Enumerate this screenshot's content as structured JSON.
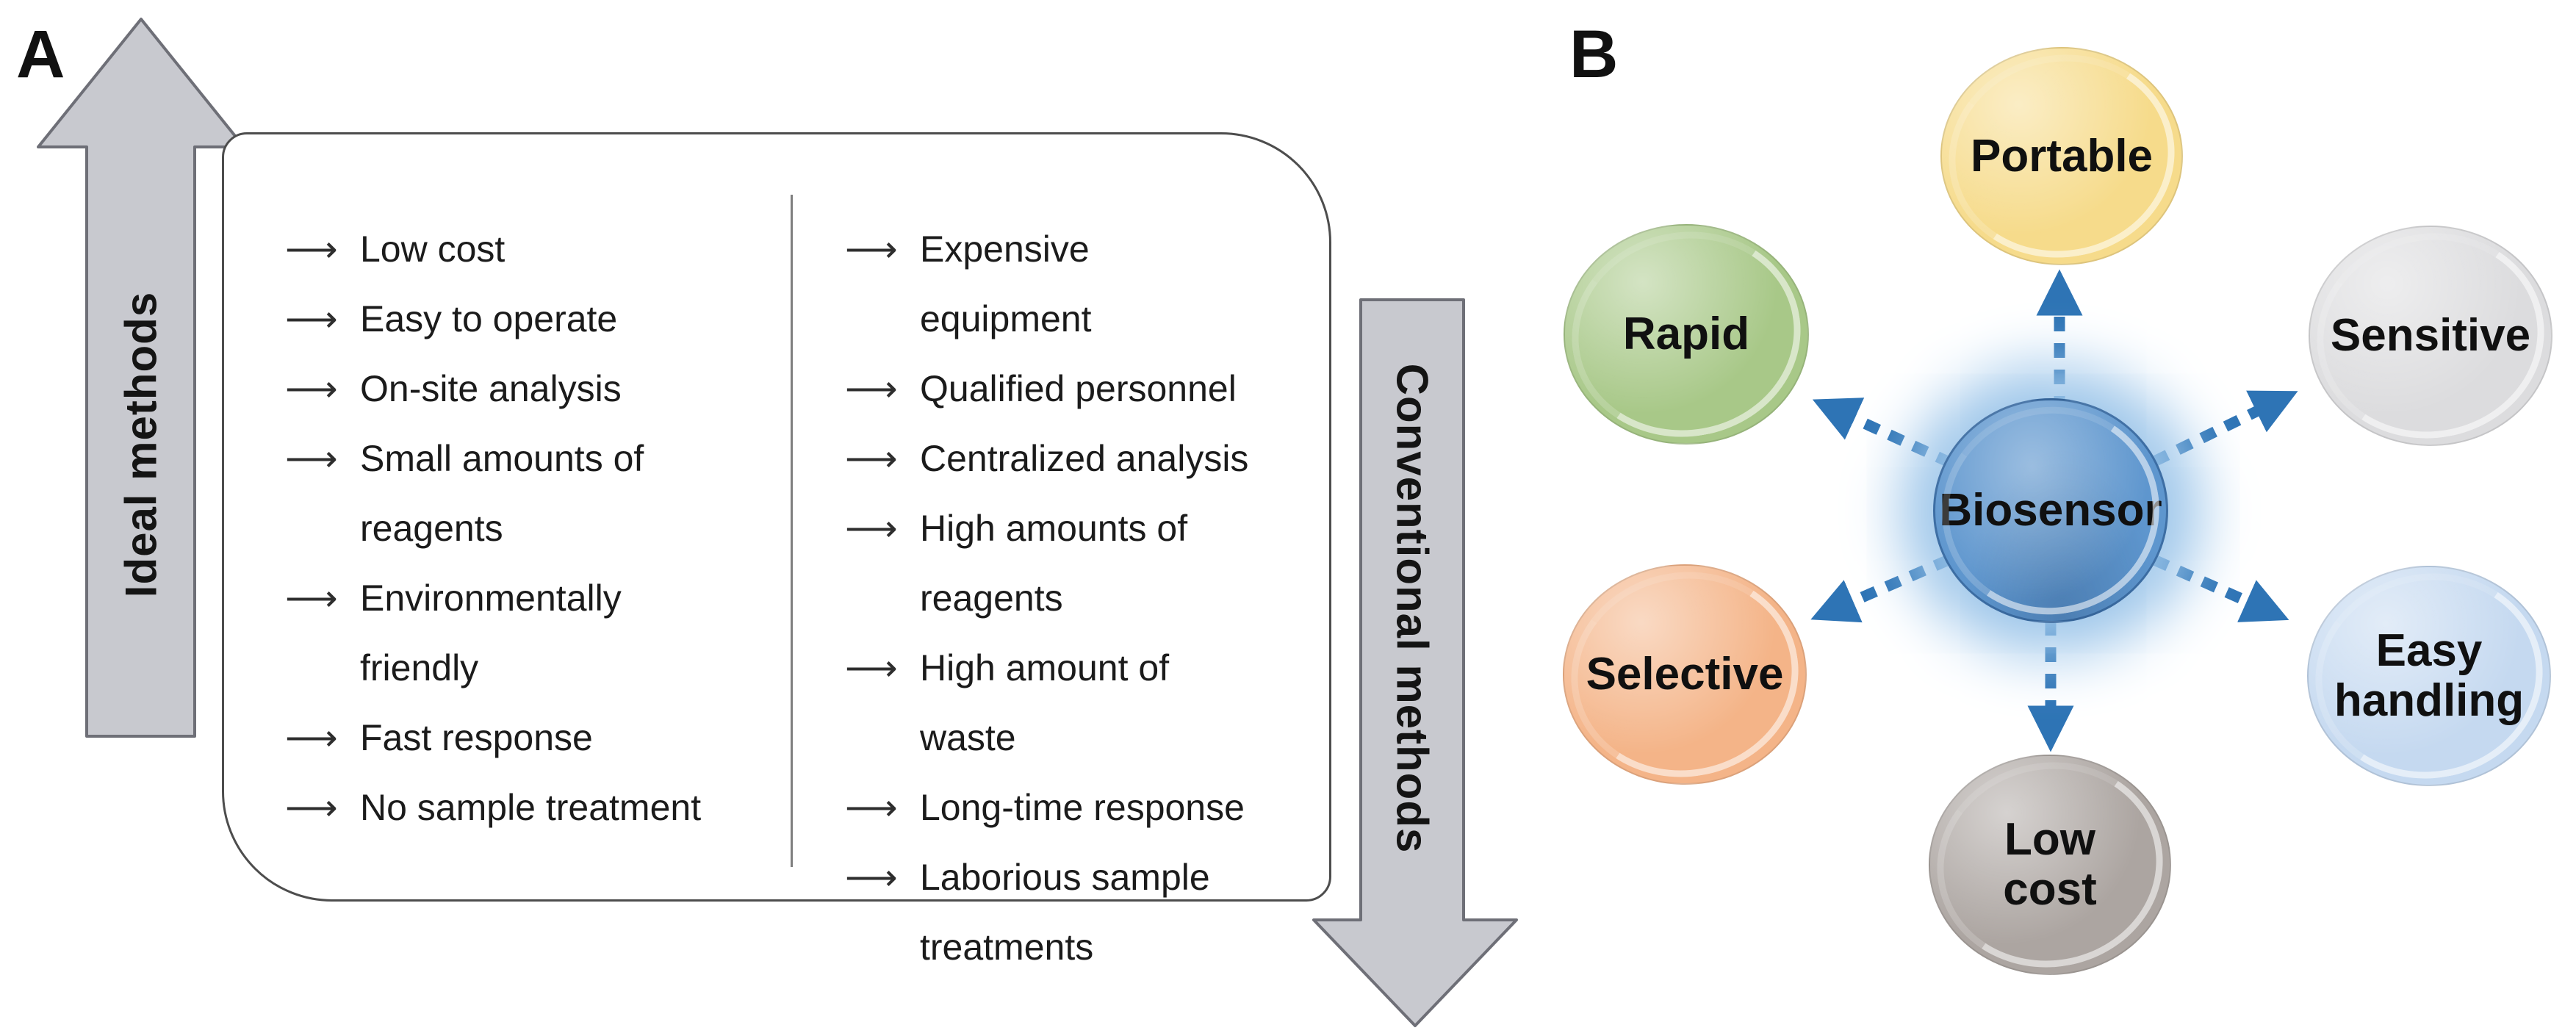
{
  "colors": {
    "arrow_gray_fill": "#C8C9CF",
    "arrow_gray_border": "#6E6F77",
    "box_border": "#4D4D4D",
    "divider_gray": "#7F7F7F",
    "dashed_arrow_blue": "#2E74B5",
    "biosensor_glow": "#9DC6EA",
    "bubbles": {
      "portable": "#F6DB8B",
      "rapid": "#A8C888",
      "sensitive": "#DCDCDE",
      "selective": "#F4B488",
      "easy_handling": "#C5D9F0",
      "low_cost": "#ACA5A1",
      "biosensor": "#5E96CE"
    }
  },
  "panelA": {
    "label": "A",
    "ideal_arrow_label": "Ideal methods",
    "conventional_arrow_label": "Conventional methods",
    "bullet_glyph": "⟶",
    "ideal_items": [
      "Low cost",
      "Easy to operate",
      "On-site analysis",
      "Small amounts of reagents",
      "Environmentally friendly",
      "Fast response",
      "No sample treatment"
    ],
    "conventional_items": [
      "Expensive equipment",
      "Qualified personnel",
      "Centralized analysis",
      "High amounts of reagents",
      "High amount of waste",
      "Long-time response",
      "Laborious sample treatments"
    ]
  },
  "panelB": {
    "label": "B",
    "center_label": "Biosensor",
    "bubbles": [
      {
        "label": "Portable"
      },
      {
        "label": "Rapid"
      },
      {
        "label": "Sensitive"
      },
      {
        "label": "Selective"
      },
      {
        "label": "Easy handling"
      },
      {
        "label": "Low cost"
      }
    ]
  }
}
